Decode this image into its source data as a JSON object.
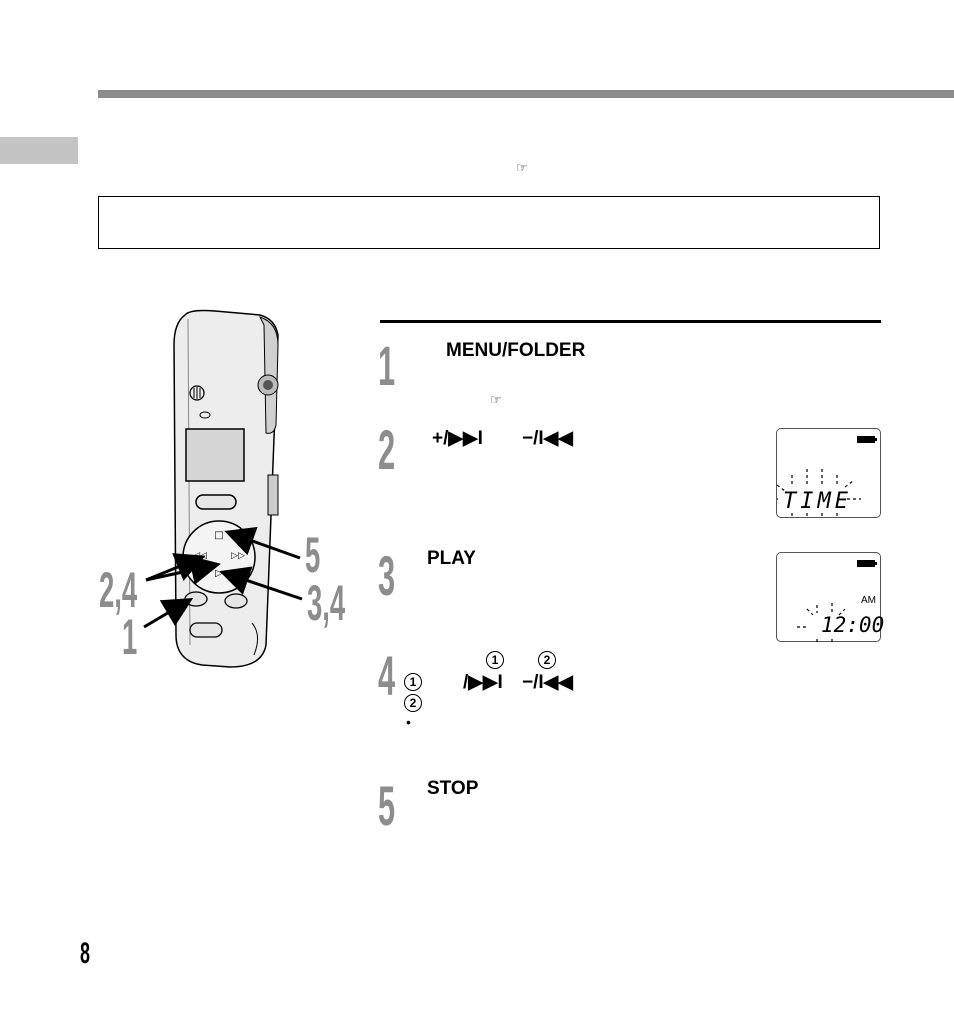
{
  "page": {
    "number": "8",
    "pointer_glyph": "☞"
  },
  "device_callouts": {
    "a": "5",
    "b": "2,4",
    "c": "3,4",
    "d": "1"
  },
  "steps": [
    {
      "num": "1",
      "label": "MENU/FOLDER"
    },
    {
      "num": "2",
      "label_plus": "+/▶▶I",
      "label_minus": "−/I◀◀"
    },
    {
      "num": "3",
      "label": "PLAY"
    },
    {
      "num": "4",
      "circle1": "1",
      "circle2": "2",
      "label_fwd": "/▶▶I",
      "label_minus": "−/I◀◀",
      "bullet": "•"
    },
    {
      "num": "5",
      "label": "STOP"
    }
  ],
  "lcd1": {
    "text": "TIME"
  },
  "lcd2": {
    "ampm": "AM",
    "time": "12:00"
  },
  "colors": {
    "bar": "#8c8c8c",
    "tab": "#c4c4c4",
    "stepnum": "#8d8d8d"
  }
}
